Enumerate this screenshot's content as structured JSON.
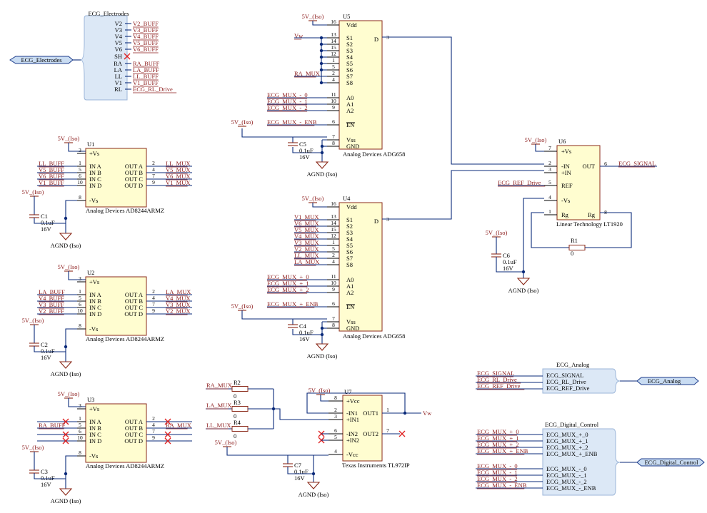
{
  "harnesses": {
    "electrodes": {
      "title": "ECG_Electrodes",
      "port": "ECG_Electrodes",
      "pins": [
        "V2",
        "V3",
        "V4",
        "V5",
        "V6",
        "SH",
        "RA",
        "LA",
        "LL",
        "V1",
        "RL"
      ],
      "nets": [
        "V2_BUFF",
        "V3_BUFF",
        "V4_BUFF",
        "V5_BUFF",
        "V6_BUFF",
        "",
        "RA_BUFF",
        "LA_BUFF",
        "LL_BUFF",
        "V1_BUFF",
        "ECG_RL_Drive"
      ]
    },
    "analog": {
      "title": "ECG_Analog",
      "port": "ECG_Analog",
      "nets": [
        "ECG_SIGNAL",
        "ECG_RL_Drive",
        "ECG_REF_Drive"
      ],
      "entries": [
        "ECG_SIGNAL",
        "ECG_RL_Drive",
        "ECG_REF_Drive"
      ]
    },
    "digital": {
      "title": "ECG_Digital_Control",
      "port": "ECG_Digital_Control",
      "nets": [
        "ECG_MUX_+_0",
        "ECG_MUX_+_1",
        "ECG_MUX_+_2",
        "ECG_MUX_+_ENB",
        "ECG_MUX_-_0",
        "ECG_MUX_-_1",
        "ECG_MUX_-_2",
        "ECG_MUX_-_ENB"
      ],
      "entries": [
        "ECG_MUX_+_0",
        "ECG_MUX_+_1",
        "ECG_MUX_+_2",
        "ECG_MUX_+_ENB",
        "ECG_MUX_-_0",
        "ECG_MUX_-_1",
        "ECG_MUX_-_2",
        "ECG_MUX_-_ENB"
      ]
    }
  },
  "buffers": {
    "u1": {
      "ref": "U1",
      "part": "Analog Devices AD8244ARMZ",
      "power": "5V_(Iso)",
      "in": [
        "LL_BUFF",
        "V5_BUFF",
        "V6_BUFF",
        "V1_BUFF"
      ],
      "out": [
        "LL_MUX",
        "V5_MUX",
        "V6_MUX",
        "V1_MUX"
      ],
      "cap": {
        "ref": "C1",
        "value": "0.1uF",
        "voltage": "16V"
      }
    },
    "u2": {
      "ref": "U2",
      "part": "Analog Devices AD8244ARMZ",
      "power": "5V_(Iso)",
      "in": [
        "LA_BUFF",
        "V4_BUFF",
        "V3_BUFF",
        "V2_BUFF"
      ],
      "out": [
        "LA_MUX",
        "V4_MUX",
        "V3_MUX",
        "V2_MUX"
      ],
      "cap": {
        "ref": "C2",
        "value": "0.1uF",
        "voltage": "16V"
      }
    },
    "u3": {
      "ref": "U3",
      "part": "Analog Devices AD8244ARMZ",
      "power": "5V_(Iso)",
      "in": [
        "",
        "RA_BUFF",
        "",
        ""
      ],
      "out": [
        "",
        "RA_MUX",
        "",
        ""
      ],
      "cap": {
        "ref": "C3",
        "value": "0.1uF",
        "voltage": "16V"
      }
    }
  },
  "pin_labels": {
    "buf_left": [
      "+Vs",
      "IN A",
      "IN B",
      "IN C",
      "IN D",
      "-Vs"
    ],
    "buf_right": [
      "OUT A",
      "OUT B",
      "OUT C",
      "OUT D"
    ],
    "buf_pins_in": [
      "3",
      "1",
      "5",
      "6",
      "10",
      "8"
    ],
    "buf_pins_out": [
      "2",
      "4",
      "7",
      "9"
    ],
    "mux_left": [
      "Vdd",
      "S1",
      "S2",
      "S3",
      "S4",
      "S5",
      "S6",
      "S7",
      "S8",
      "A0",
      "A1",
      "A2",
      "EN",
      "Vss",
      "GND"
    ],
    "mux_pins": [
      "16",
      "13",
      "14",
      "15",
      "12",
      "1",
      "5",
      "2",
      "4",
      "11",
      "10",
      "9",
      "6",
      "7",
      "8"
    ],
    "mux_out": "D",
    "mux_out_pin": "3"
  },
  "muxes": {
    "u5": {
      "ref": "U5",
      "part": "Analog Devices ADG658",
      "power": "5V_(Iso)",
      "src": "Vw",
      "s7": "RA_MUX",
      "addr": [
        "ECG_MUX_-_0",
        "ECG_MUX_-_1",
        "ECG_MUX_-_2"
      ],
      "enb": "ECG_MUX_-_ENB",
      "enpower": "5V_(Iso)",
      "cap": {
        "ref": "C5",
        "value": "0.1uF",
        "voltage": "16V"
      }
    },
    "u4": {
      "ref": "U4",
      "part": "Analog Devices ADG658",
      "power": "5V_(Iso)",
      "srcs": [
        "V1_MUX",
        "V6_MUX",
        "V5_MUX",
        "V4_MUX",
        "V3_MUX",
        "V2_MUX",
        "LL_MUX",
        "LA_MUX"
      ],
      "addr": [
        "ECG_MUX_+_0",
        "ECG_MUX_+_1",
        "ECG_MUX_+_2"
      ],
      "enb": "ECG_MUX_+_ENB",
      "enpower": "5V_(Iso)",
      "cap": {
        "ref": "C4",
        "value": "0.1uF",
        "voltage": "16V"
      }
    }
  },
  "inamp": {
    "ref": "U6",
    "part": "Linear Technology LT1920",
    "power": "5V_(Iso)",
    "left": [
      "+Vs",
      "-IN",
      "+IN",
      "REF",
      "-Vs",
      "Rg"
    ],
    "left_pins": [
      "7",
      "2",
      "3",
      "5",
      "4",
      "1"
    ],
    "right": [
      "OUT",
      "Rg"
    ],
    "right_pins": [
      "6",
      "8"
    ],
    "out_net": "ECG_SIGNAL",
    "ref_net": "ECG_REF_Drive",
    "r": {
      "ref": "R1",
      "value": "0"
    },
    "cap": {
      "ref": "C6",
      "value": "0.1uF",
      "voltage": "16V"
    }
  },
  "opamp": {
    "ref": "U7",
    "part": "Texas Instruments TL972IP",
    "power": "5V_(Iso)",
    "left": [
      "+Vcc",
      "-IN1",
      "+IN1",
      "-IN2",
      "+IN2",
      "-Vcc"
    ],
    "left_pins": [
      "8",
      "2",
      "3",
      "6",
      "5",
      "4"
    ],
    "right": [
      "OUT1",
      "OUT2"
    ],
    "right_pins": [
      "1",
      "7"
    ],
    "out_net": "Vw",
    "resistors": [
      {
        "ref": "R2",
        "value": "0",
        "net": "RA_MUX"
      },
      {
        "ref": "R3",
        "value": "0",
        "net": "LA_MUX"
      },
      {
        "ref": "R4",
        "value": "0",
        "net": "LL_MUX"
      }
    ],
    "cap": {
      "ref": "C7",
      "value": "0.1uF",
      "voltage": "16V"
    },
    "cap_power": "5V_(Iso)"
  },
  "ground": "AGND (Iso)"
}
